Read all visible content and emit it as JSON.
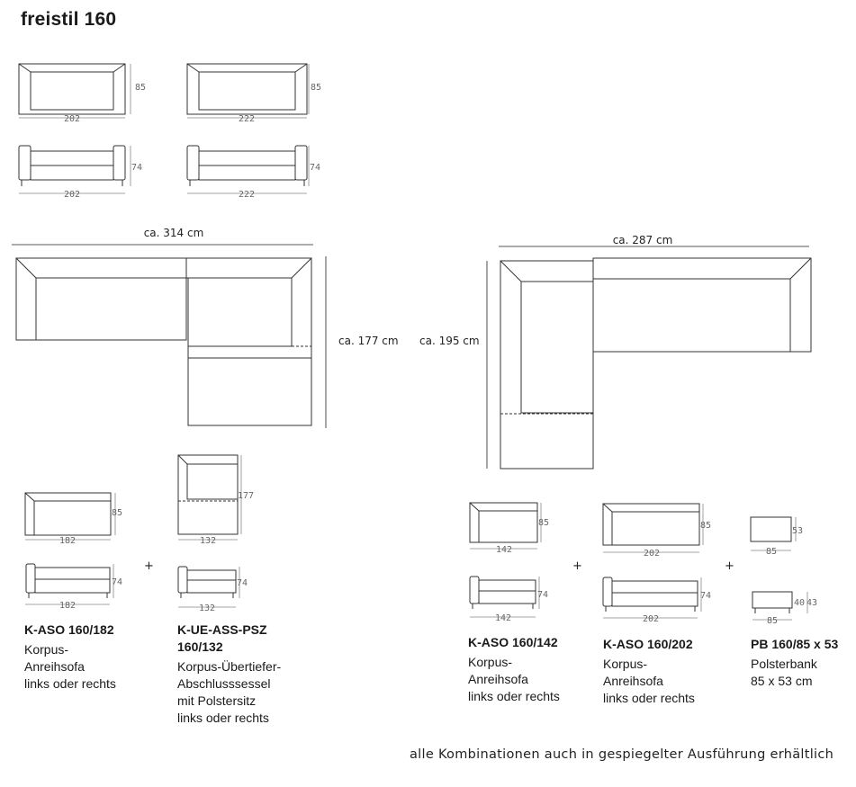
{
  "page_title": "freistil 160",
  "dims": {
    "sofa_202_depth": "85",
    "sofa_202_width": "202",
    "sofa_222_depth": "85",
    "sofa_222_width": "222",
    "side_202_height": "74",
    "side_202_width": "202",
    "side_222_height": "74",
    "side_222_width": "222",
    "combo_left_width": "ca. 314 cm",
    "combo_left_depth": "ca. 177 cm",
    "combo_right_width": "ca. 287 cm",
    "combo_right_depth": "ca. 195 cm",
    "aso182_depth": "85",
    "aso182_width": "182",
    "aso182_height": "74",
    "aso182_side_width": "182",
    "psz_depth": "177",
    "psz_width": "132",
    "psz_height": "74",
    "psz_side_width": "132",
    "aso142_depth": "85",
    "aso142_width": "142",
    "aso142_height": "74",
    "aso142_side_width": "142",
    "aso202_depth": "85",
    "aso202_width": "202",
    "aso202_height": "74",
    "aso202_side_width": "202",
    "pb_depth": "53",
    "pb_width": "85",
    "pb_seat": "40",
    "pb_height": "43",
    "pb_side_width": "85"
  },
  "plus": "+",
  "modules": [
    {
      "code": "K-ASO 160/182",
      "lines": [
        "Korpus-",
        "Anreihsofa",
        "links oder rechts"
      ]
    },
    {
      "code_lines": [
        "K-UE-ASS-PSZ",
        "160/132"
      ],
      "lines": [
        "Korpus-Übertiefer-",
        "Abschlusssessel",
        "mit Polstersitz",
        "links oder rechts"
      ]
    },
    {
      "code": "K-ASO 160/142",
      "lines": [
        "Korpus-",
        "Anreihsofa",
        "links oder rechts"
      ]
    },
    {
      "code": "K-ASO 160/202",
      "lines": [
        "Korpus-",
        "Anreihsofa",
        "links oder rechts"
      ]
    },
    {
      "code": "PB 160/85 x 53",
      "lines": [
        "Polsterbank",
        "85 x 53 cm"
      ]
    }
  ],
  "footer_note": "alle Kombinationen auch in gespiegelter Ausführung erhältlich",
  "colors": {
    "line": "#333333",
    "dimline": "#888888"
  }
}
